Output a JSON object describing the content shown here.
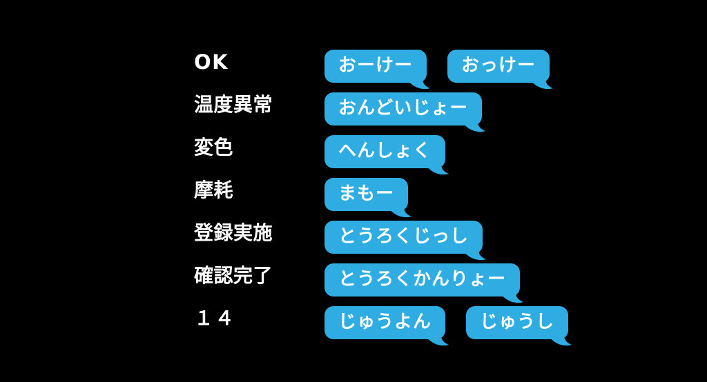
{
  "background_color": "#000000",
  "bubble_color": "#2FACE2",
  "text_color": "#FFFFFF",
  "rows": [
    {
      "term": "OK",
      "term_style": "latin",
      "readings": [
        "おーけー",
        "おっけー"
      ]
    },
    {
      "term": "温度異常",
      "term_style": "kanji",
      "readings": [
        "おんどいじょー"
      ]
    },
    {
      "term": "変色",
      "term_style": "kanji",
      "readings": [
        "へんしょく"
      ]
    },
    {
      "term": "摩耗",
      "term_style": "kanji",
      "readings": [
        "まもー"
      ]
    },
    {
      "term": "登録実施",
      "term_style": "kanji",
      "readings": [
        "とうろくじっし"
      ]
    },
    {
      "term": "確認完了",
      "term_style": "kanji",
      "readings": [
        "とうろくかんりょー"
      ]
    },
    {
      "term": "１４",
      "term_style": "numeric",
      "readings": [
        "じゅうよん",
        "じゅうし"
      ]
    }
  ]
}
